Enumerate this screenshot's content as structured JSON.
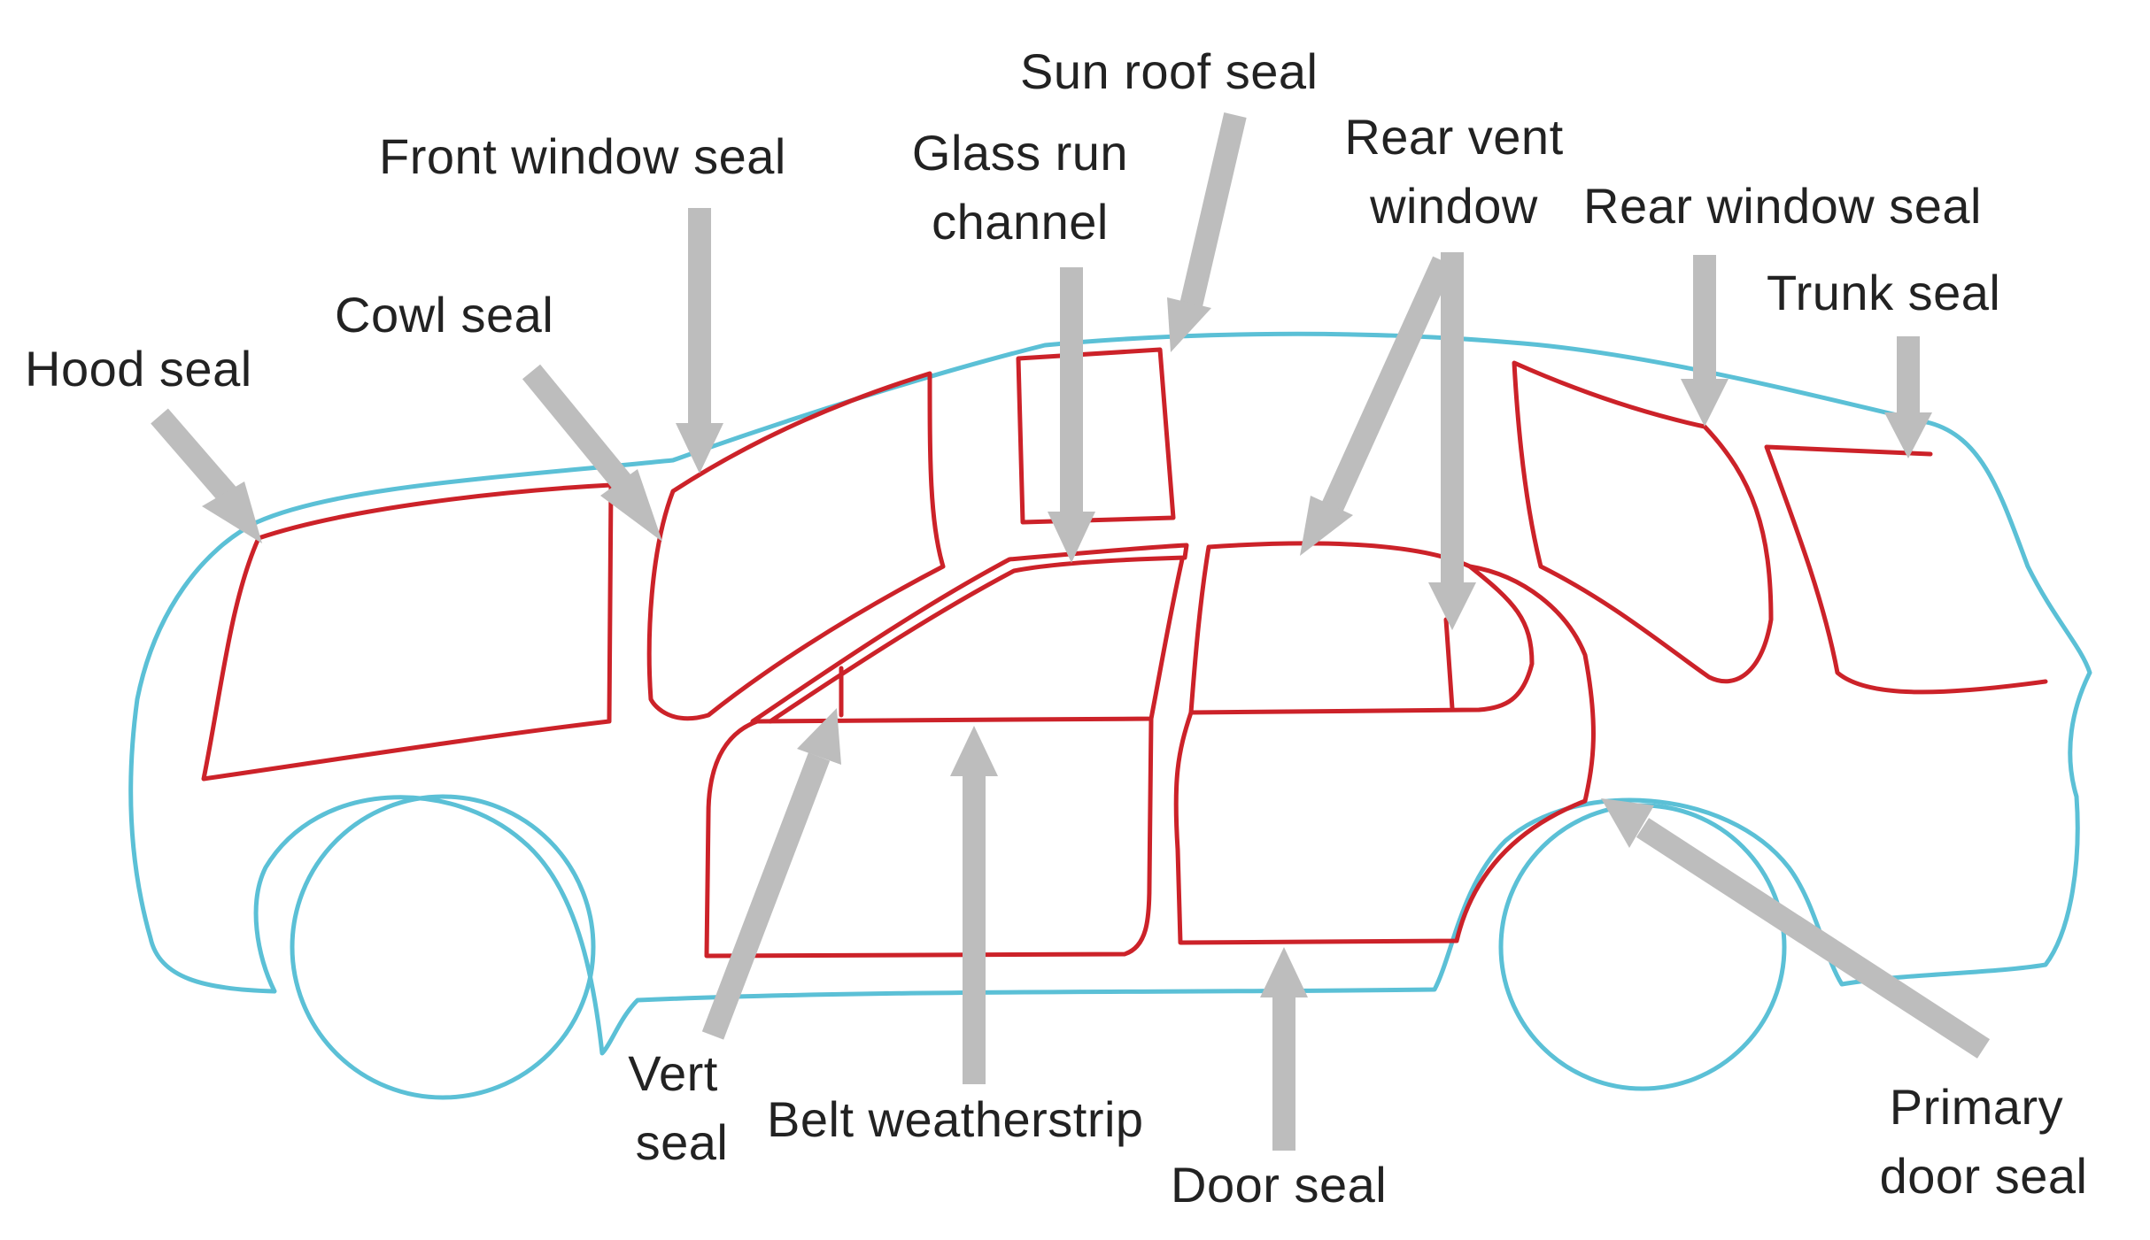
{
  "diagram": {
    "colors": {
      "body_outline": "#5bc0d6",
      "seal_line": "#cc2229",
      "arrow": "#bdbdbd",
      "text": "#222222"
    },
    "labels": {
      "hood_seal": [
        "Hood seal"
      ],
      "cowl_seal": [
        "Cowl seal"
      ],
      "front_window_seal": [
        "Front window seal"
      ],
      "glass_run_channel": [
        "Glass run",
        "channel"
      ],
      "sun_roof_seal": [
        "Sun roof seal"
      ],
      "rear_vent_window": [
        "Rear vent",
        "window"
      ],
      "rear_window_seal": [
        "Rear window seal"
      ],
      "trunk_seal": [
        "Trunk seal"
      ],
      "vert_seal": [
        "Vert",
        "seal"
      ],
      "belt_weatherstrip": [
        "Belt weatherstrip"
      ],
      "door_seal": [
        "Door seal"
      ],
      "primary_door_seal": [
        "Primary",
        "door seal"
      ]
    }
  }
}
